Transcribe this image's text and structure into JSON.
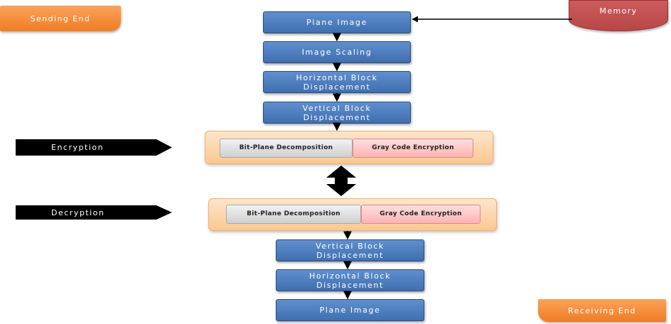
{
  "labels": {
    "sending_end": "Sending End",
    "receiving_end": "Receiving End",
    "memory": "Memory",
    "encryption": "Encryption",
    "decryption": "Decryption"
  },
  "top_steps": [
    "Plane Image",
    "Image Scaling",
    "Horizontal Block Displacement",
    "Vertical Block Displacement"
  ],
  "encryption_group": {
    "left": "Bit-Plane Decomposition",
    "right": "Gray Code Encryption"
  },
  "decryption_group": {
    "left": "Bit-Plane Decomposition",
    "right": "Gray Code Encryption"
  },
  "bottom_steps": [
    "Vertical Block Displacement",
    "Horizontal Block Displacement",
    "Plane Image"
  ],
  "colors": {
    "process_box": "#4f7fbf",
    "tag_orange": "#f58a33",
    "memory_red": "#c05050",
    "group_peach": "#fcd3a8",
    "grey_box": "#dcdcdc",
    "pink_box": "#fdc4c4"
  }
}
